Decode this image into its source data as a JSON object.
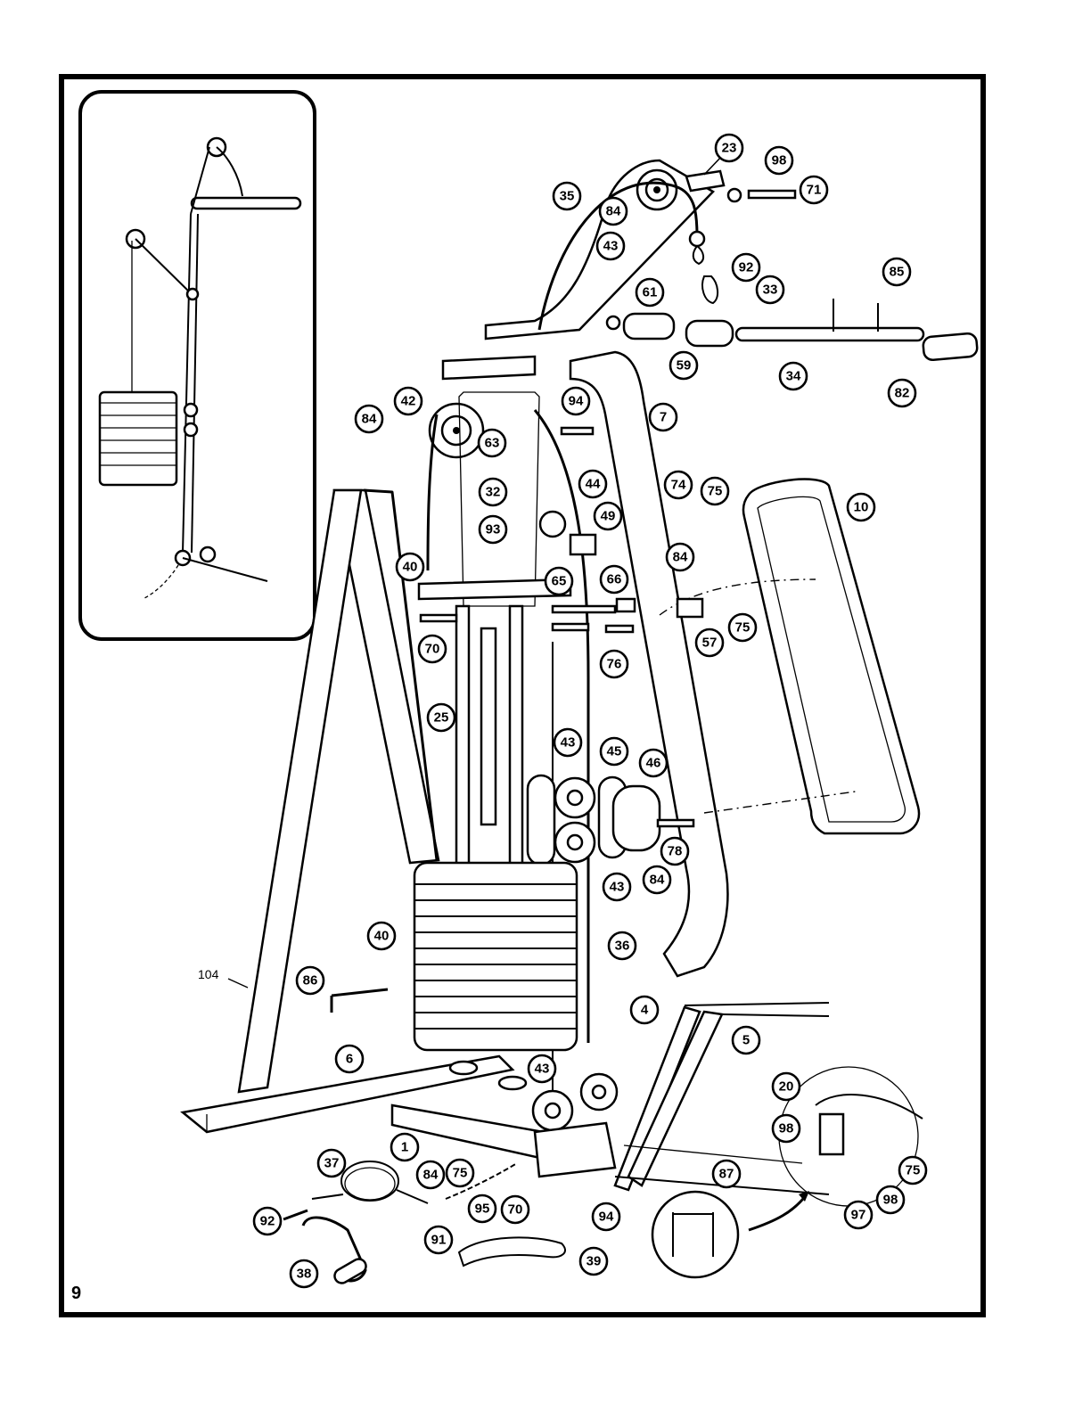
{
  "page_number": "9",
  "callouts": [
    "23",
    "98",
    "71",
    "35",
    "84",
    "43",
    "92",
    "85",
    "61",
    "33",
    "59",
    "34",
    "82",
    "42",
    "84",
    "94",
    "7",
    "63",
    "32",
    "44",
    "74",
    "75",
    "10",
    "93",
    "49",
    "84",
    "40",
    "65",
    "66",
    "57",
    "75",
    "70",
    "76",
    "25",
    "43",
    "45",
    "46",
    "78",
    "84",
    "43",
    "40",
    "36",
    "4",
    "5",
    "86",
    "6",
    "43",
    "20",
    "98",
    "1",
    "84",
    "75",
    "87",
    "75",
    "37",
    "98",
    "97",
    "92",
    "95",
    "70",
    "94",
    "91",
    "39",
    "38"
  ],
  "plain_labels": [
    "104"
  ]
}
